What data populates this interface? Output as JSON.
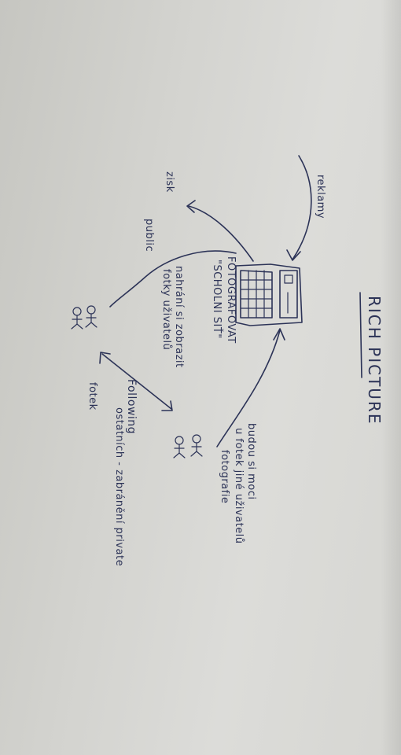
{
  "title": "RICH PICTURE",
  "central_node": {
    "name": "FOTOGRAFOVAT",
    "subtitle": "\"SCHOLNI SIŤ\""
  },
  "labels": {
    "reklamy": "reklamy",
    "zisk": "zisk",
    "public": "public",
    "nahrani_line1": "nahrání si zobrazit",
    "nahrani_line2": "fotky uživatelů",
    "following": "Following",
    "following_sub": "ostatních - zabránění private",
    "fotek": "fotek",
    "budou_line1": "budou si moci",
    "budou_line2": "u fotek jiné uživatelů",
    "budou_line3": "fotografie"
  }
}
